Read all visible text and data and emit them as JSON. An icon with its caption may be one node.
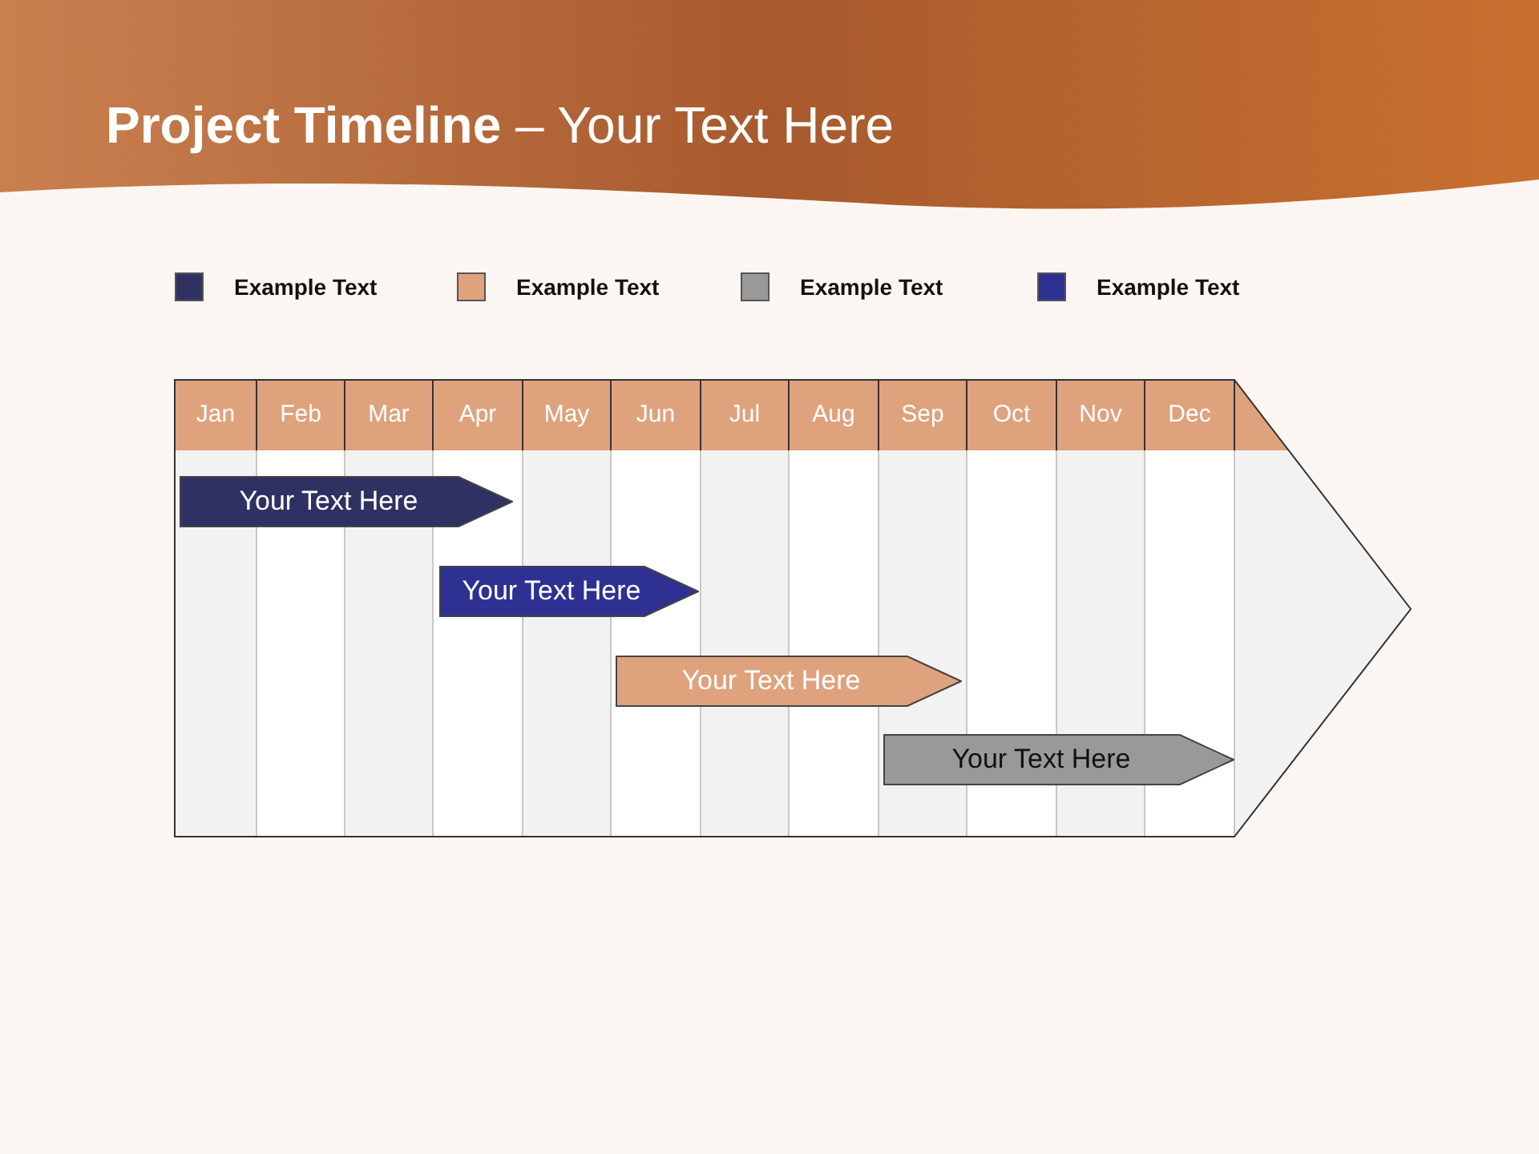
{
  "diagram": {
    "title": "**Project Timeline** – Your Text Here",
    "nodes": [
      {
        "text": [
          "Your Text Here"
        ]
      },
      {
        "text": [
          "Your Text Here"
        ]
      },
      {
        "text": [
          "Your Text Here"
        ]
      },
      {
        "text": [
          "Your Text Here"
        ]
      }
    ],
    "edges": [],
    "labels": [
      "Jan",
      "Feb",
      "Mar",
      "Apr",
      "May",
      "Jun",
      "Jul",
      "Aug",
      "Sep",
      "Oct",
      "Nov",
      "Dec"
    ],
    "legend": [
      {
        "text": "Example Text",
        "color": "#2f3163"
      },
      {
        "text": "Example Text",
        "color": "#dea27d"
      },
      {
        "text": "Example Text",
        "color": "#999999"
      },
      {
        "text": "Example Text",
        "color": "#2e3192"
      }
    ]
  }
}
